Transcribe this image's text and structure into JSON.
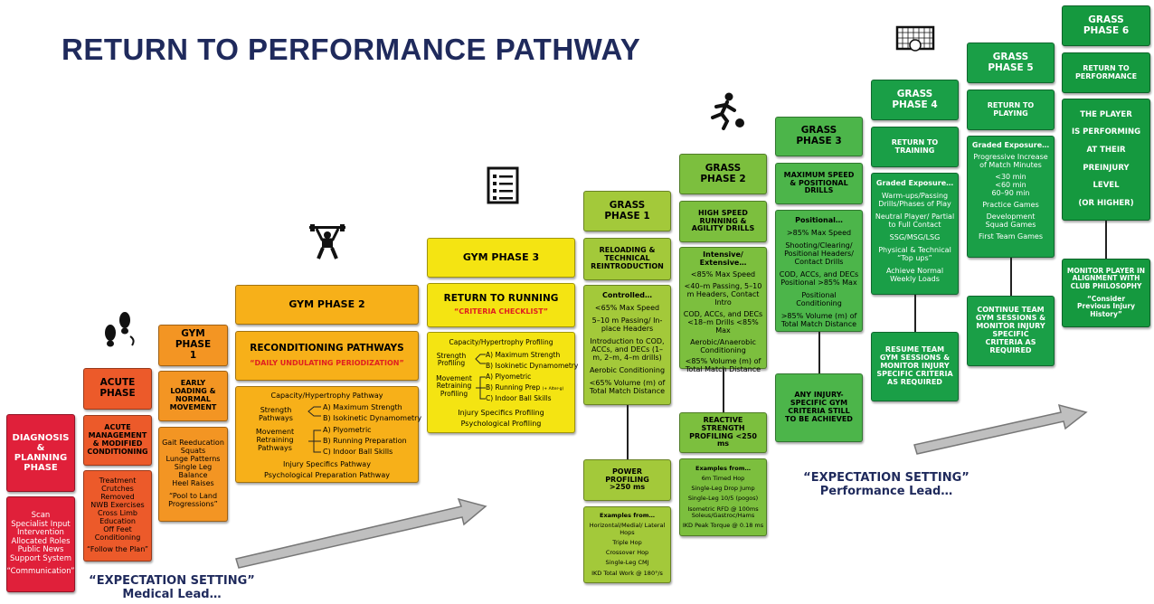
{
  "title": "RETURN TO PERFORMANCE PATHWAY",
  "phases": {
    "diagnosis": {
      "title": "DIAGNOSIS & PLANNING PHASE",
      "lines": [
        "Scan",
        "Specialist Input",
        "Intervention",
        "Allocated Roles",
        "Public News",
        "Support System"
      ],
      "quote": "“Communication”"
    },
    "acute": {
      "title": "ACUTE PHASE",
      "sub": "ACUTE MANAGEMENT & MODIFIED CONDITIONING",
      "lines": [
        "Treatment",
        "Crutches Removed",
        "NWB Exercises",
        "Cross Limb",
        "Education",
        "Off Feet",
        "Conditioning"
      ],
      "quote": "“Follow the Plan”"
    },
    "gym1": {
      "title": "GYM PHASE 1",
      "sub": "EARLY LOADING & NORMAL MOVEMENT",
      "lines": [
        "Gait Reeducation",
        "Squats",
        "Lunge Patterns",
        "Single Leg",
        "Balance",
        "Heel Raises"
      ],
      "quote": "“Pool to Land Progressions”"
    },
    "gym2": {
      "title": "GYM PHASE 2",
      "sub": "RECONDITIONING PATHWAYS",
      "sub_note": "“DAILY UNDULATING PERIODIZATION”",
      "heading": "Capacity/Hypertrophy Pathway",
      "strength_label": "Strength Pathways",
      "strength_items": [
        "A) Maximum Strength",
        "B) Isokinetic Dynamometry"
      ],
      "movement_label": "Movement Retraining Pathways",
      "movement_items": [
        "A) Plyometric",
        "B) Running Preparation",
        "C) Indoor Ball Skills"
      ],
      "footer": [
        "Injury Specifics Pathway",
        "Psychological Preparation Pathway"
      ]
    },
    "gym3": {
      "title": "GYM PHASE 3",
      "sub": "RETURN TO RUNNING",
      "sub_note": "“CRITERIA CHECKLIST”",
      "heading": "Capacity/Hypertrophy Profiling",
      "strength_label": "Strength Profiling",
      "strength_items": [
        "A) Maximum Strength",
        "B) Isokinetic Dynamometry"
      ],
      "movement_label": "Movement Retraining Profiling",
      "movement_items": [
        "A) Plyometric",
        "B) Running Prep",
        "C) Indoor Ball Skills"
      ],
      "running_note": "(+ Alter-g)",
      "footer": [
        "Injury Specifics Profiling",
        "Psychological Profiling"
      ]
    },
    "grass1": {
      "title": "GRASS PHASE 1",
      "sub": "RELOADING & TECHNICAL REINTRODUCTION",
      "detail_title": "Controlled…",
      "detail": [
        "<65% Max Speed",
        "5–10 m Passing/ In-place Headers",
        "Introduction to COD, ACCs, and DECs (1–m, 2–m, 4–m drills)",
        "Aerobic Conditioning",
        "<65% Volume (m) of Total Match Distance"
      ],
      "profiling": "POWER PROFILING >250 ms",
      "examples_title": "Examples from…",
      "examples": [
        "Horizontal/Medial/ Lateral Hops",
        "Triple Hop",
        "Crossover Hop",
        "Single-Leg CMJ",
        "IKD Total Work @ 180°/s"
      ]
    },
    "grass2": {
      "title": "GRASS PHASE 2",
      "sub": "HIGH SPEED RUNNING & AGILITY DRILLS",
      "detail_title": "Intensive/ Extensive…",
      "detail": [
        "<85% Max Speed",
        "<40–m Passing, 5–10 m Headers, Contact Intro",
        "COD, ACCs, and DECs <18–m Drills <85% Max",
        "Aerobic/Anaerobic Conditioning",
        "<85% Volume (m) of Total Match Distance"
      ],
      "profiling": "REACTIVE STRENGTH PROFILING <250 ms",
      "examples_title": "Examples from…",
      "examples": [
        "6m Timed Hop",
        "Single-Leg Drop Jump",
        "Single-Leg 10/5 (pogos)",
        "Isometric RFD @ 100ms Soleus/Gastroc/Hams",
        "IKD Peak Torque @ 0.18 ms"
      ]
    },
    "grass3": {
      "title": "GRASS PHASE 3",
      "sub": "MAXIMUM SPEED & POSITIONAL DRILLS",
      "detail_title": "Positional…",
      "detail": [
        ">85% Max Speed",
        "Shooting/Clearing/ Positional Headers/ Contact Drills",
        "COD, ACCs, and DECs Positional >85% Max",
        "Positional Conditioning",
        ">85% Volume (m) of Total Match Distance"
      ],
      "gym": "ANY INJURY-SPECIFIC GYM CRITERIA STILL TO BE ACHIEVED"
    },
    "grass4": {
      "title": "GRASS PHASE 4",
      "sub": "RETURN TO TRAINING",
      "detail_title": "Graded Exposure…",
      "detail": [
        "Warm-ups/Passing Drills/Phases of Play",
        "Neutral Player/ Partial to Full Contact",
        "SSG/MSG/LSG",
        "Physical & Technical “Top ups”",
        "Achieve Normal Weekly Loads"
      ],
      "gym": "RESUME TEAM GYM SESSIONS & MONITOR INJURY SPECIFIC CRITERIA AS REQUIRED"
    },
    "grass5": {
      "title": "GRASS PHASE 5",
      "sub": "RETURN TO PLAYING",
      "detail_title": "Graded Exposure…",
      "detail": [
        "Progressive Increase of Match Minutes",
        "<30 min",
        "<60 min",
        "60–90 min",
        "Practice Games",
        "Development Squad Games",
        "First Team Games"
      ],
      "gym": "CONTINUE TEAM GYM SESSIONS & MONITOR INJURY SPECIFIC CRITERIA AS REQUIRED"
    },
    "grass6": {
      "title": "GRASS PHASE 6",
      "sub": "RETURN TO PERFORMANCE",
      "detail": [
        "THE PLAYER",
        "IS PERFORMING",
        "AT THEIR",
        "PREINJURY",
        "LEVEL",
        "(OR HIGHER)"
      ],
      "monitor": "MONITOR PLAYER IN ALIGNMENT WITH CLUB PHILOSOPHY",
      "monitor_quote": "“Consider Previous Injury History”"
    }
  },
  "expectation_medical": {
    "line1": "“EXPECTATION SETTING”",
    "line2": "Medical Lead…"
  },
  "expectation_performance": {
    "line1": "“EXPECTATION SETTING”",
    "line2": "Performance Lead…"
  },
  "icons": [
    "footprints-icon",
    "weightlifter-icon",
    "checklist-icon",
    "footballer-icon",
    "goal-icon"
  ],
  "colors": {
    "title": "#1f2a5c",
    "diagnosis": "#e0203a",
    "acute": "#ec5a2a",
    "gym1": "#f39523",
    "gym2": "#f7b019",
    "gym3": "#f4e412",
    "grass1": "#a3c93a",
    "grass2": "#7cbf3e",
    "grass3": "#4cb54a",
    "grass4": "#1a9f47",
    "grass6": "#15993f"
  }
}
